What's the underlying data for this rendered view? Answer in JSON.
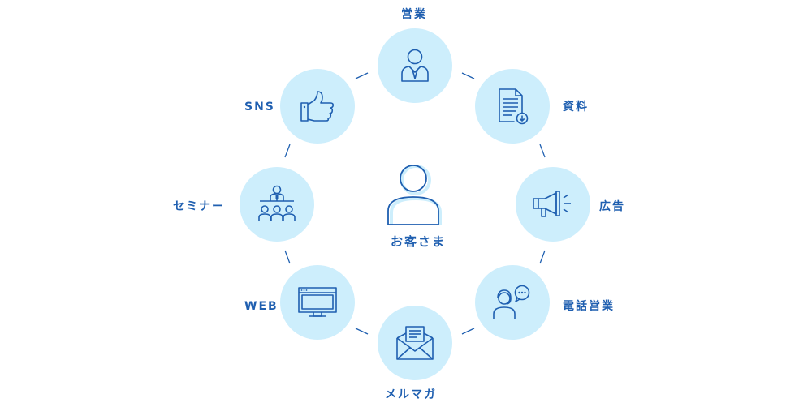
{
  "center": {
    "label": "お客さま",
    "icon": "customer-person-icon"
  },
  "channels": [
    {
      "id": "sales",
      "label": "営業",
      "icon": "person-icon"
    },
    {
      "id": "materials",
      "label": "資料",
      "icon": "document-download-icon"
    },
    {
      "id": "advertising",
      "label": "広告",
      "icon": "megaphone-icon"
    },
    {
      "id": "telesales",
      "label": "電話営業",
      "icon": "headset-chat-icon"
    },
    {
      "id": "mail-magazine",
      "label": "メルマガ",
      "icon": "envelope-icon"
    },
    {
      "id": "web",
      "label": "WEB",
      "icon": "monitor-icon"
    },
    {
      "id": "seminar",
      "label": "セミナー",
      "icon": "seminar-audience-icon"
    },
    {
      "id": "sns",
      "label": "SNS",
      "icon": "thumbs-up-icon"
    }
  ],
  "colors": {
    "circle_fill": "#cdeefc",
    "icon_stroke": "#1f5fb0",
    "label_text": "#1f5fb0",
    "center_icon_shadow": "#cdeefc",
    "connector": "#1f5fb0"
  }
}
